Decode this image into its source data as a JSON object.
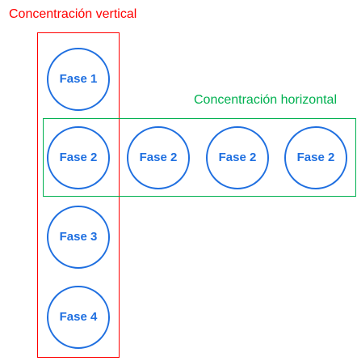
{
  "colors": {
    "vertical": "#ff0000",
    "horizontal": "#00b050",
    "phase": "#1f6fe0"
  },
  "labels": {
    "vertical": "Concentración vertical",
    "horizontal": "Concentración horizontal"
  },
  "vertical_column": [
    "Fase 1",
    "Fase 2",
    "Fase 3",
    "Fase 4"
  ],
  "horizontal_row": [
    "Fase 2",
    "Fase 2",
    "Fase 2"
  ]
}
